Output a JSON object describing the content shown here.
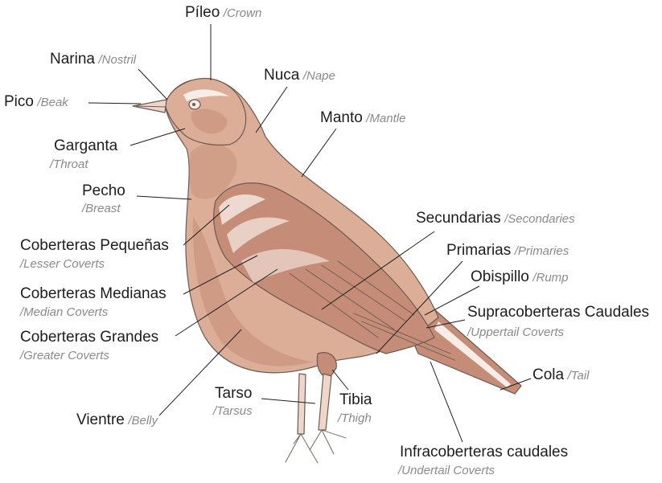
{
  "colors": {
    "body": "#dcae98",
    "body_dark": "#c58d77",
    "body_light": "#eed6ca",
    "highlight": "#f7ece6",
    "outline": "#6b5a52",
    "leader_line": "#1d1d1d",
    "label_spanish": "#1d1d1d",
    "label_english": "#8a8a8a"
  },
  "separator": "/",
  "labels": [
    {
      "id": "crown",
      "es": "Píleo",
      "en": "Crown"
    },
    {
      "id": "nostril",
      "es": "Narina",
      "en": "Nostril"
    },
    {
      "id": "nape",
      "es": "Nuca",
      "en": "Nape"
    },
    {
      "id": "beak",
      "es": "Pico",
      "en": "Beak"
    },
    {
      "id": "mantle",
      "es": "Manto",
      "en": "Mantle"
    },
    {
      "id": "throat",
      "es": "Garganta",
      "en": "Throat"
    },
    {
      "id": "breast",
      "es": "Pecho",
      "en": "Breast"
    },
    {
      "id": "secondaries",
      "es": "Secundarias",
      "en": "Secondaries"
    },
    {
      "id": "lesser-coverts",
      "es": "Coberteras Pequeñas",
      "en": "Lesser Coverts"
    },
    {
      "id": "primaries",
      "es": "Primarias",
      "en": "Primaries"
    },
    {
      "id": "rump",
      "es": "Obispillo",
      "en": "Rump"
    },
    {
      "id": "median-coverts",
      "es": "Coberteras Medianas",
      "en": "Median Coverts"
    },
    {
      "id": "uppertail-coverts",
      "es": "Supracoberteras Caudales",
      "en": "Uppertail Coverts"
    },
    {
      "id": "greater-coverts",
      "es": "Coberteras Grandes",
      "en": "Greater Coverts"
    },
    {
      "id": "tail",
      "es": "Cola",
      "en": "Tail"
    },
    {
      "id": "tarsus",
      "es": "Tarso",
      "en": "Tarsus"
    },
    {
      "id": "thigh",
      "es": "Tibia",
      "en": "Thigh"
    },
    {
      "id": "belly",
      "es": "Vientre",
      "en": "Belly"
    },
    {
      "id": "undertail-coverts",
      "es": "Infracoberteras caudales",
      "en": "Undertail Coverts"
    }
  ]
}
